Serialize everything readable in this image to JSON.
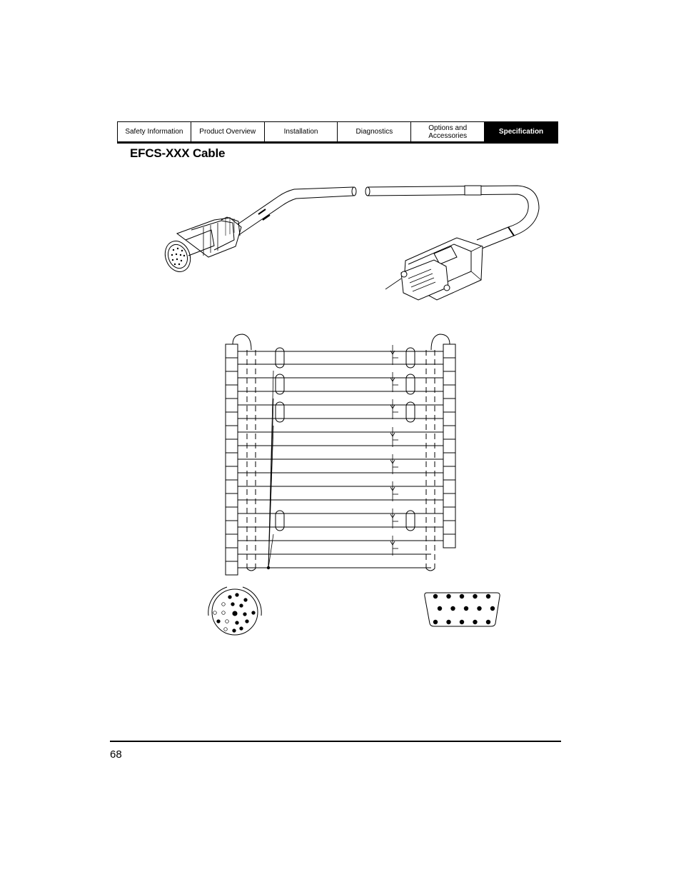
{
  "nav": {
    "tabs": [
      {
        "label": "Safety Information",
        "active": false
      },
      {
        "label": "Product Overview",
        "active": false
      },
      {
        "label": "Installation",
        "active": false
      },
      {
        "label": "Diagnostics",
        "active": false
      },
      {
        "label": "Options and\nAccessories",
        "active": false
      },
      {
        "label": "Specification",
        "active": true
      }
    ]
  },
  "page": {
    "title": "EFCS-XXX Cable",
    "number": "68"
  },
  "wiring": {
    "left_terminals": 17,
    "right_terminals": 15
  }
}
